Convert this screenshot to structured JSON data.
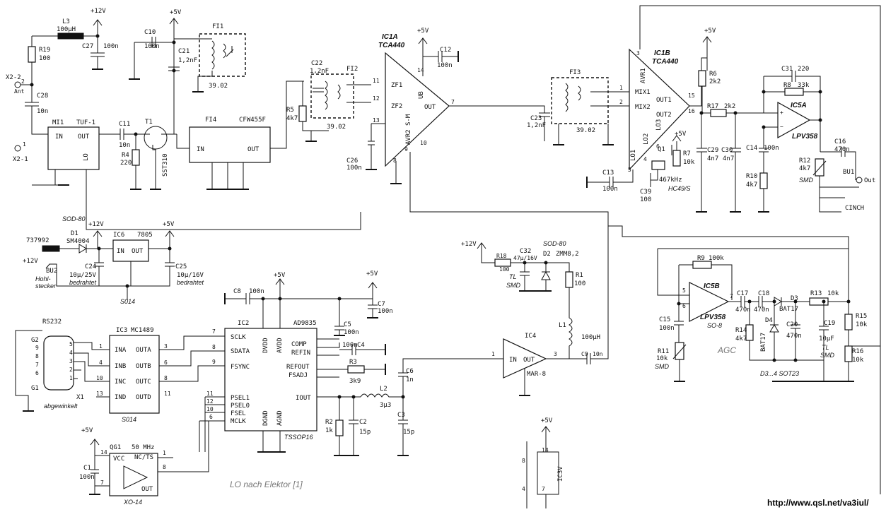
{
  "labels": {
    "l3": "L3",
    "l3_val": "100µH",
    "r19": "R19",
    "r19_val": "100",
    "v12_top": "+12V",
    "c27": "C27",
    "c27_val": "100n",
    "x2_2": "X2-2",
    "ant": "Ant",
    "pin2": "2",
    "c28": "C28",
    "c28_val": "10n",
    "x2_1": "X2-1",
    "pin1": "1",
    "mi1": "MI1",
    "tuf1": "TUF-1",
    "mi_in": "IN",
    "mi_out": "OUT",
    "mi_lo": "LO",
    "c11": "C11",
    "c11_val": "10n",
    "r4": "R4",
    "r4_val": "220",
    "t1": "T1",
    "sst310": "SST310",
    "v5_a": "+5V",
    "c10": "C10",
    "c10_val": "100n",
    "c21": "C21",
    "c21_val": "1,2nF",
    "fi1": "FI1",
    "fi1_val": "39.02",
    "fi4": "FI4",
    "cfw455f": "CFW455F",
    "fi4_in": "IN",
    "fi4_out": "OUT",
    "r5": "R5",
    "r5_val": "4k7",
    "c22": "C22",
    "c22_val": "1,2nF",
    "fi2": "FI2",
    "fi2_val": "39.02",
    "ic1a": "IC1A",
    "tca440_a": "TCA440",
    "zf1": "ZF1",
    "zf2": "ZF2",
    "sm": "S-M",
    "ub": "UB",
    "avr2": "AVR2",
    "out_a": "OUT",
    "v5_b": "+5V",
    "c12": "C12",
    "c12_val": "100n",
    "c26": "C26",
    "c26_val": "100n",
    "c23": "C23",
    "c23_val": "1,2nF",
    "fi3": "FI3",
    "fi3_val": "39.02",
    "ic1b": "IC1B",
    "tca440_b": "TCA440",
    "mix1": "MIX1",
    "mix2": "MIX2",
    "out1": "OUT1",
    "out2": "OUT2",
    "avr1": "AVR1",
    "lo1": "LO1",
    "lo2": "LO2",
    "lo3": "LO3",
    "v5_c": "+5V",
    "r6": "R6",
    "r6_val": "2k2",
    "r7": "R7",
    "r7_val": "10k",
    "q1": "Q1",
    "q1_val": "467kHz",
    "hc49": "HC49/S",
    "c13": "C13",
    "c13_val": "100n",
    "c39": "C39",
    "c39_val": "100",
    "c29": "C29",
    "c29_val": "4n7",
    "c30": "C30",
    "c30_val": "4n7",
    "r17": "R17",
    "r17_val": "2k2",
    "c31": "C31",
    "c31_val": "220",
    "r8": "R8",
    "r8_val": "33k",
    "ic5a": "IC5A",
    "lpv358_a": "LPV358",
    "c14": "C14",
    "c14_val": "100n",
    "r10": "R10",
    "r10_val": "4k7",
    "c16": "C16",
    "c16_val": "470n",
    "r12": "R12",
    "r12_val": "4k7",
    "smd_a": "SMD",
    "bu1": "BU1",
    "out_jack": "Out",
    "cinch": "CINCH",
    "d1_pkg": "SOD-80",
    "d1": "D1",
    "d1_val": "SM4004",
    "v12_b": "+12V",
    "ic6": "IC6",
    "ic6_val": "7805",
    "v5_d": "+5V",
    "jack_in": "737992",
    "v12_c": "+12V",
    "bu2": "BU2",
    "hohl": "Hohl-",
    "stecker": "stecker",
    "c24": "C24",
    "c24_val": "10µ/25V",
    "bedrahtet_a": "bedrahtet",
    "c25": "C25",
    "c25_val": "10µ/16V",
    "bedrahtet_b": "bedrahtet",
    "s014": "S014",
    "c8": "C8",
    "c8_val": "100n",
    "v5_e": "+5V",
    "v5_f": "+5V",
    "c7": "C7",
    "c7_val": "100n",
    "ic2": "IC2",
    "ad9835": "AD9835",
    "sclk": "SCLK",
    "sdata": "SDATA",
    "fsync": "FSYNC",
    "comp": "COMP",
    "refin": "REFIN",
    "refout": "REFOUT",
    "fsadj": "FSADJ",
    "iout": "IOUT",
    "psel1": "PSEL1",
    "psel0": "PSEL0",
    "fsel": "FSEL",
    "mclk": "MCLK",
    "dvdd": "DVDD",
    "avdd": "AVDD",
    "dgnd": "DGND",
    "agnd": "AGND",
    "tssop16": "TSSOP16",
    "c5": "C5",
    "c5_val": "100n",
    "c4": "C4",
    "c4_val": "100n",
    "r3": "R3",
    "r3_val": "3k9",
    "r2": "R2",
    "r2_val": "1k",
    "c2": "C2",
    "c2_val": "15p",
    "l2": "L2",
    "l2_val": "3µ3",
    "c3": "C3",
    "c3_val": "15p",
    "c6": "C6",
    "c6_val": "1n",
    "rs232": "RS232",
    "ic3": "IC3",
    "mc1489": "MC1489",
    "ina": "INA",
    "inb": "INB",
    "inc": "INC",
    "ind": "IND",
    "outa": "OUTA",
    "outb": "OUTB",
    "outc": "OUTC",
    "outd": "OUTD",
    "s014_b": "S014",
    "g2": "G2",
    "g1": "G1",
    "x1": "X1",
    "abgewinkelt": "abgewinkelt",
    "v5_g": "+5V",
    "qg1": "QG1",
    "qg1_val": "50 MHz",
    "vcc": "VCC",
    "nc_ts": "NC/TS",
    "qg_out": "OUT",
    "c1": "C1",
    "c1_val": "100n",
    "xo14": "XO-14",
    "lo_note": "LO nach Elektor [1]",
    "v12_d": "+12V",
    "r18": "R18",
    "r18_val": "100",
    "c32": "C32",
    "c32_val": "47µ/16V",
    "tl": "TL",
    "smd_b": "SMD",
    "d2_pkg": "SOD-80",
    "d2": "D2",
    "d2_val": "ZMM8,2",
    "r1": "R1",
    "r1_val": "100",
    "l1": "L1",
    "l1_val": "100µH",
    "ic4": "IC4",
    "mar8": "MAR-8",
    "ic4_in": "IN",
    "ic4_out": "OUT",
    "c9": "C9",
    "c9_val": "10n",
    "v5_h": "+5V",
    "ic3v": "IC3V",
    "r9": "R9",
    "r9_val": "100k",
    "ic5b": "IC5B",
    "lpv358_b": "LPV358",
    "so8": "SO-8",
    "c17": "C17",
    "c17_val": "470n",
    "c18": "C18",
    "c18_val": "470n",
    "d3": "D3",
    "d3_val": "BAT17",
    "r13": "R13",
    "r13_val": "10k",
    "r15": "R15",
    "r15_val": "10k",
    "r16": "R16",
    "r16_val": "10k",
    "c15": "C15",
    "c15_val": "100n",
    "r11": "R11",
    "r11_val": "10k",
    "smd_c": "SMD",
    "r14": "R14",
    "r14_val": "4k7",
    "d4": "D4",
    "d4_val": "BAT17",
    "c20": "C20",
    "c20_val": "470n",
    "c19": "C19",
    "c19_val": "10µF",
    "tl_b": "TL",
    "smd_d": "SMD",
    "d34": "D3...4 SOT23",
    "agc": "AGC",
    "url": "http://www.qsl.net/va3iul/"
  }
}
